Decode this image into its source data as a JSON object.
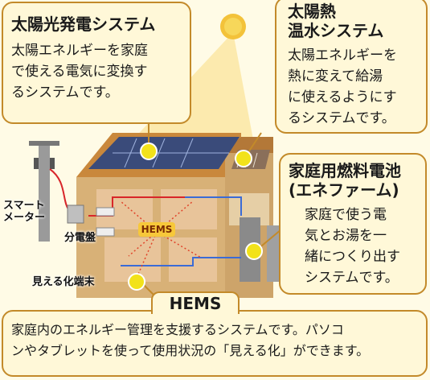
{
  "colors": {
    "box_fill": "#fff8d8",
    "box_border": "#c38a2a",
    "marker": "#f2e21a",
    "wire_red": "#d8262a",
    "wire_blue": "#3b6bd6",
    "hems_dots": "#e0442a",
    "sun": "#f3c23a"
  },
  "solar": {
    "title": "太陽光発電システム",
    "body": "太陽エネルギーを家庭\nで使える電気に変換す\nるシステムです。"
  },
  "thermal": {
    "title": "太陽熱\n温水システム",
    "body": "太陽エネルギーを\n熱に変えて給湯\nに使えるようにす\nるシステムです。"
  },
  "fuelcell": {
    "title": "家庭用燃料電池\n(エネファーム)",
    "body": "家庭で使う電\n気とお湯を一\n緒につくり出す\nシステムです。"
  },
  "hems": {
    "title": "HEMS",
    "body": "家庭内のエネルギー管理を支援するシステムです。パソコ\nンやタブレットを使って使用状況の「見える化」ができます。"
  },
  "labels": {
    "smart_meter": "スマート\nメーター",
    "panel": "分電盤",
    "hems_badge": "HEMS",
    "terminal": "見える化端末"
  }
}
